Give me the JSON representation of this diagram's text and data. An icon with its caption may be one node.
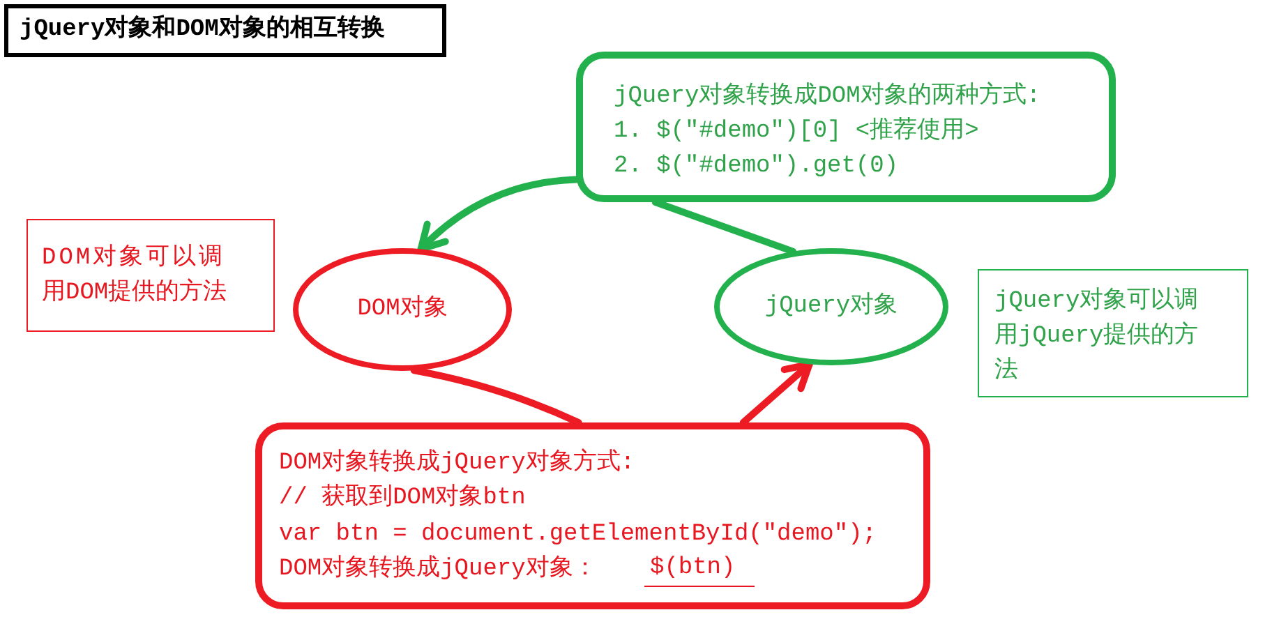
{
  "diagram": {
    "title": "jQuery对象和DOM对象的相互转换",
    "nodes": [
      {
        "text": [
          "jQuery对象转换成DOM对象的两种方式:",
          "1. $(\"#demo\")[0] <推荐使用>",
          "2. $(\"#demo\").get(0)"
        ]
      },
      {
        "text": [
          "DOM对象可以调用DOM提供的方法"
        ]
      },
      {
        "text": [
          "DOM对象"
        ]
      },
      {
        "text": [
          "jQuery对象"
        ]
      },
      {
        "text": [
          "jQuery对象可以调用jQuery提供的方法"
        ]
      },
      {
        "text": [
          "DOM对象转换成jQuery对象方式:",
          "// 获取到DOM对象btn",
          "var btn = document.getElementById(\"demo\");",
          "DOM对象转换成jQuery对象：",
          "$(btn)"
        ]
      }
    ],
    "edges": [
      {
        "from": 3,
        "to": 0,
        "arrow": "none",
        "color": "#22b14c"
      },
      {
        "from": 0,
        "to": 2,
        "arrow": "to",
        "color": "#22b14c"
      },
      {
        "from": 2,
        "to": 5,
        "arrow": "none",
        "color": "#ed1c24"
      },
      {
        "from": 5,
        "to": 3,
        "arrow": "to",
        "color": "#ed1c24"
      }
    ]
  }
}
